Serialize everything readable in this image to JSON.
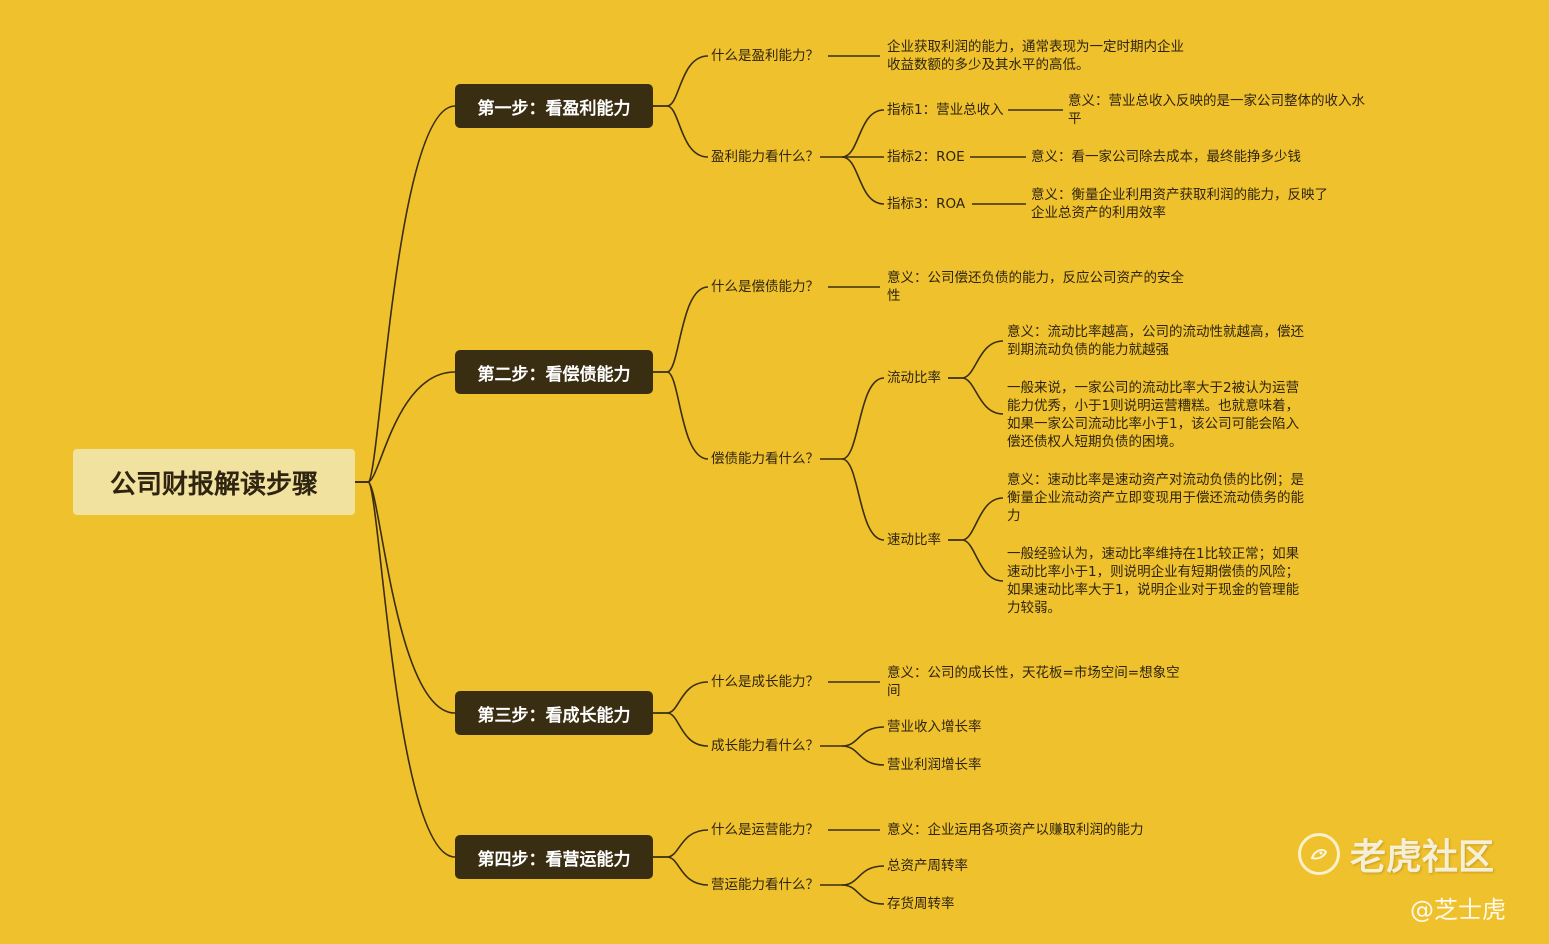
{
  "title": "公司财报解读步骤",
  "steps": [
    {
      "label": "第一步：看盈利能力",
      "what_q": "什么是盈利能力？",
      "what_a": "企业获取利润的能力，通常表现为一定时期内企业收益数额的多少及其水平的高低。",
      "look_q": "盈利能力看什么？",
      "indicators": [
        {
          "name": "指标1：营业总收入",
          "meaning": "意义：营业总收入反映的是一家公司整体的收入水平"
        },
        {
          "name": "指标2：ROE",
          "meaning": "意义：看一家公司除去成本，最终能挣多少钱"
        },
        {
          "name": "指标3：ROA",
          "meaning": "意义：衡量企业利用资产获取利润的能力，反映了企业总资产的利用效率"
        }
      ]
    },
    {
      "label": "第二步：看偿债能力",
      "what_q": "什么是偿债能力？",
      "what_a": "意义：公司偿还负债的能力，反应公司资产的安全性",
      "look_q": "偿债能力看什么？",
      "ratios": [
        {
          "name": "流动比率",
          "notes": [
            "意义：流动比率越高，公司的流动性就越高，偿还到期流动负债的能力就越强",
            "一般来说，一家公司的流动比率大于2被认为运营能力优秀，小于1则说明运营糟糕。也就意味着，如果一家公司流动比率小于1，该公司可能会陷入偿还债权人短期负债的困境。"
          ]
        },
        {
          "name": "速动比率",
          "notes": [
            "意义：速动比率是速动资产对流动负债的比例；是衡量企业流动资产立即变现用于偿还流动债务的能力",
            "一般经验认为，速动比率维持在1比较正常；如果速动比率小于1，则说明企业有短期偿债的风险；如果速动比率大于1，说明企业对于现金的管理能力较弱。"
          ]
        }
      ]
    },
    {
      "label": "第三步：看成长能力",
      "what_q": "什么是成长能力？",
      "what_a": "意义：公司的成长性，天花板=市场空间=想象空间",
      "look_q": "成长能力看什么？",
      "items": [
        "营业收入增长率",
        "营业利润增长率"
      ]
    },
    {
      "label": "第四步：看营运能力",
      "what_q": "什么是运营能力？",
      "what_a": "意义：企业运用各项资产以赚取利润的能力",
      "look_q": "营运能力看什么？",
      "items": [
        "总资产周转率",
        "存货周转率"
      ]
    }
  ],
  "watermark": {
    "brand": "老虎社区",
    "author": "@芝士虎",
    "logo_icon": "tiger-community-logo-icon"
  },
  "colors": {
    "background": "#efc12c",
    "root_fill": "#f2e2a0",
    "step_fill": "#3a2e12",
    "line": "#3a2e12"
  }
}
